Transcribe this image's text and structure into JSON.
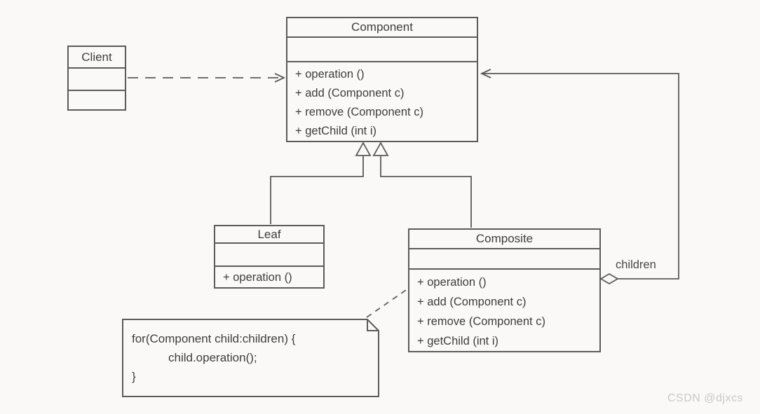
{
  "diagram": {
    "client": {
      "name": "Client"
    },
    "component": {
      "name": "Component",
      "methods": [
        "+ operation ()",
        "+ add (Component c)",
        "+ remove (Component c)",
        "+ getChild (int i)"
      ]
    },
    "leaf": {
      "name": "Leaf",
      "methods": [
        "+ operation ()"
      ]
    },
    "composite": {
      "name": "Composite",
      "methods": [
        "+ operation ()",
        "+ add (Component c)",
        "+ remove (Component c)",
        "+ getChild (int i)"
      ]
    },
    "association_label": "children",
    "note": {
      "lines": [
        "for(Component child:children) {",
        "child.operation();",
        "}"
      ]
    }
  },
  "watermark": "CSDN @djxcs",
  "colors": {
    "line": "#5b5b5b",
    "text": "#3d3d3d",
    "background": "#faf9f7",
    "watermark": "#c9c9c9"
  }
}
